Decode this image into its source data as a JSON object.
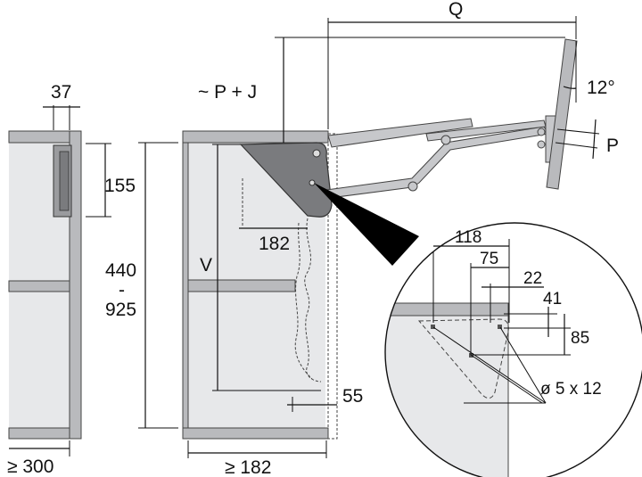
{
  "labels": {
    "q": "Q",
    "p_j": "~ P + J",
    "angle": "12°",
    "p": "P",
    "w37": "37",
    "h155": "155",
    "h_range_top": "440",
    "h_range_dash": "-",
    "h_range_bottom": "925",
    "v": "V",
    "d182": "182",
    "d55": "55",
    "ge300": "≥ 300",
    "ge182": "≥ 182",
    "d118": "118",
    "d75": "75",
    "d22": "22",
    "d41": "41",
    "d85": "85",
    "hole": "ø 5 x 12"
  },
  "colors": {
    "panel": "#b9babd",
    "cabinet": "#e7e8ea",
    "mechanism": "#7a7b7e",
    "line": "#111111"
  }
}
